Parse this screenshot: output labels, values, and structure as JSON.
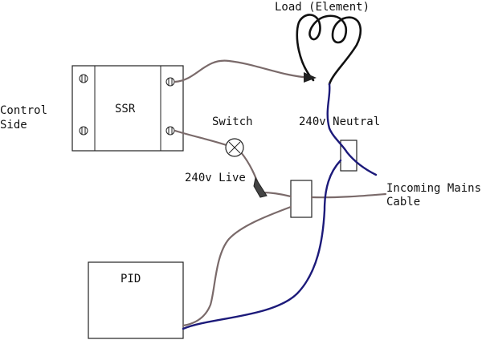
{
  "labels": {
    "load": "Load (Element)",
    "control_side_line1": "Control",
    "control_side_line2": "Side",
    "ssr": "SSR",
    "switch": "Switch",
    "neutral": "240v Neutral",
    "live": "240v Live",
    "mains_line1": "Incoming Mains",
    "mains_line2": "Cable",
    "pid": "PID"
  },
  "colors": {
    "live_wire": "#7a6a6a",
    "neutral_wire": "#1c1a7a",
    "element": "#111111"
  }
}
